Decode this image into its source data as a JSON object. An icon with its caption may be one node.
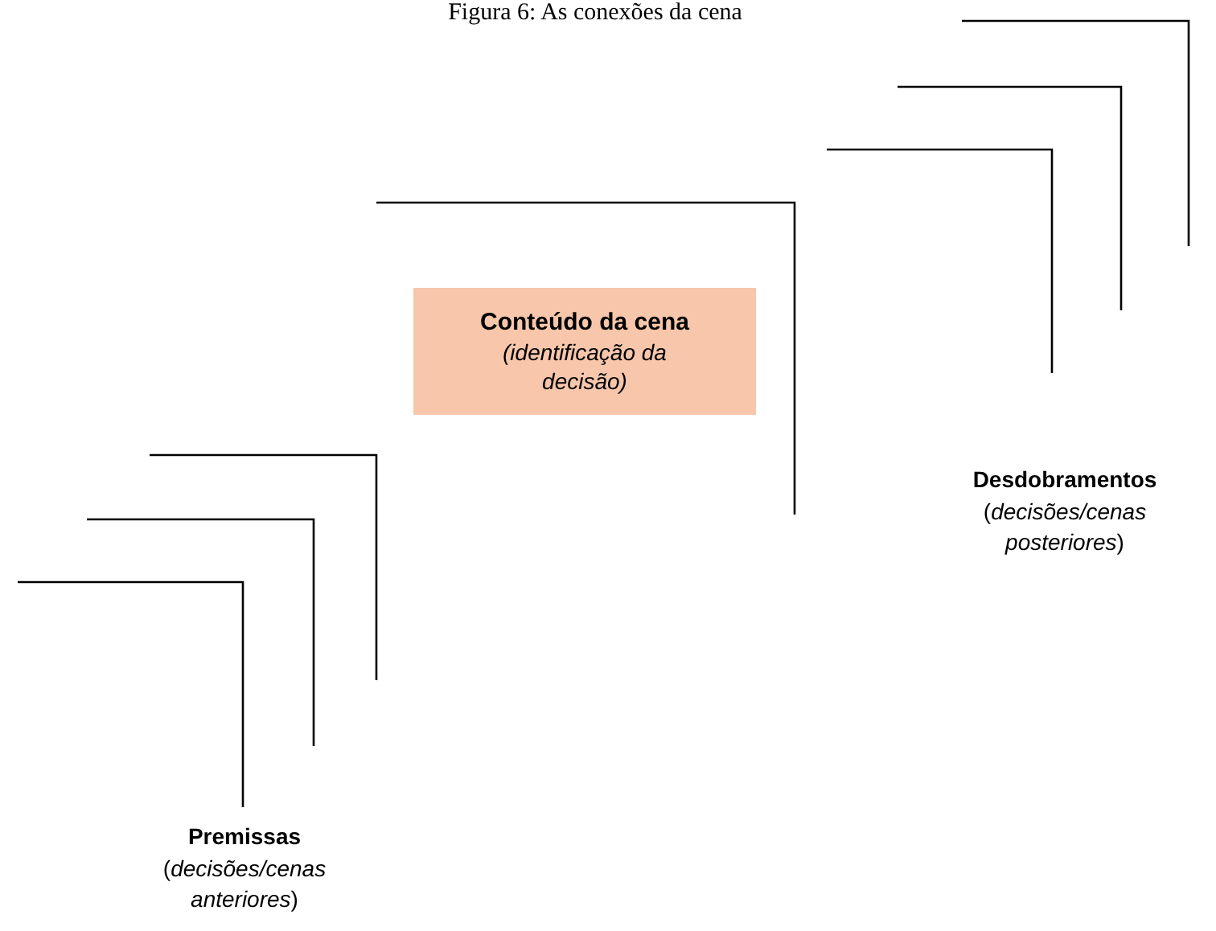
{
  "diagram": {
    "title": "Figura 6: As conexões da cena",
    "nodes": [
      {
        "text": [
          "Conteúdo da cena",
          "(identificação da decisão)"
        ]
      }
    ],
    "labels": [
      "Desdobramentos",
      "(*decisões/cenas posteriores*)",
      "Premissas",
      "(*decisões/cenas anteriores*)"
    ]
  }
}
